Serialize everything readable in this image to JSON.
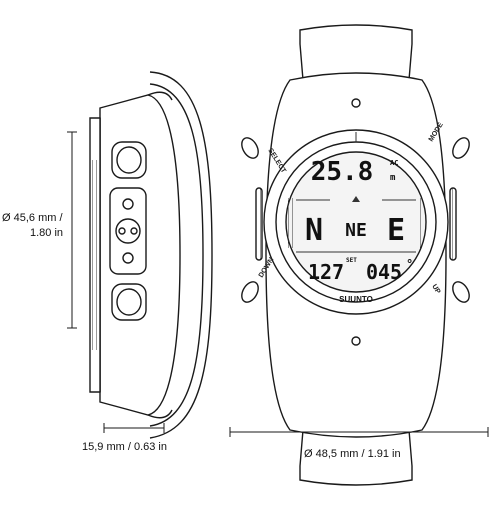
{
  "dimensions": {
    "height_label_line1": "Ø 45,6 mm /",
    "height_label_line2": "1.80 in",
    "thickness_label": "15,9 mm / 0.63 in",
    "width_label": "Ø 48,5 mm / 1.91 in"
  },
  "watch": {
    "depth_value": "25.8",
    "depth_unit": "m",
    "depth_badge": "AC",
    "compass_primary": "N",
    "compass_secondary": "NE",
    "compass_tertiary": "E",
    "bottom_left_value": "127",
    "bottom_left_label": "SET",
    "bottom_right_value": "045",
    "bottom_right_symbol": "°",
    "brand": "SUUNTO",
    "buttons": {
      "select": "SELECT",
      "mode": "MODE",
      "down": "DOWN",
      "up": "UP"
    }
  },
  "colors": {
    "line": "#1a1a1a",
    "fill": "#ffffff",
    "screen": "#f4f4f4"
  }
}
